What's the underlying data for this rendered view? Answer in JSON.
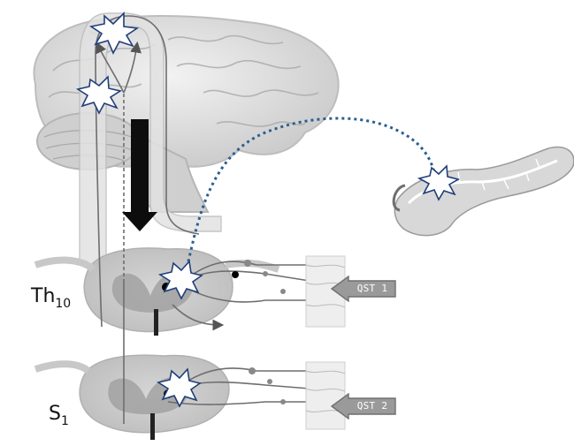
{
  "labels": {
    "level_upper_base": "Th",
    "level_upper_sub": "10",
    "level_lower_base": "S",
    "level_lower_sub": "1",
    "qst1": "QST 1",
    "qst2": "QST 2"
  },
  "icons": {
    "brain": "brain-illustration",
    "pancreas": "pancreas-illustration",
    "pain_burst": "starburst-icon",
    "descending_arrow": "down-arrow-icon",
    "stimulus_arrow": "left-arrow-icon"
  },
  "colors": {
    "pathway": "#6e6e6e",
    "referral_dots": "#2a5f8f",
    "burst_outline": "#1f3f7a",
    "qst_arrow_fill": "#9a9a9a"
  }
}
